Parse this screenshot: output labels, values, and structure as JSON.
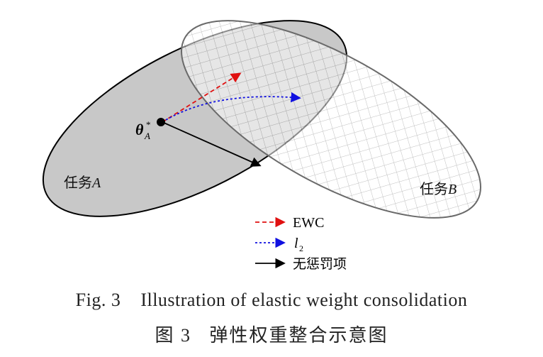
{
  "diagram": {
    "task_a_label_prefix": "任务",
    "task_a_label_var": "A",
    "task_b_label_prefix": "任务",
    "task_b_label_var": "B",
    "theta": "θ",
    "theta_star": "*",
    "theta_sub": "A",
    "colors": {
      "task_a_fill": "#c8c8c8",
      "task_b_hatch": "#8a8a8a",
      "ewc": "#e01010",
      "l2": "#1010e0",
      "no_penalty": "#000000"
    }
  },
  "legend": {
    "ewc_label": "EWC",
    "l2_label_var": "l",
    "l2_label_sub": "2",
    "no_penalty_label": "无惩罚项"
  },
  "caption": {
    "en_prefix": "Fig. 3",
    "en_text": "Illustration of elastic weight consolidation",
    "zh_prefix": "图 3",
    "zh_text": "弹性权重整合示意图"
  }
}
